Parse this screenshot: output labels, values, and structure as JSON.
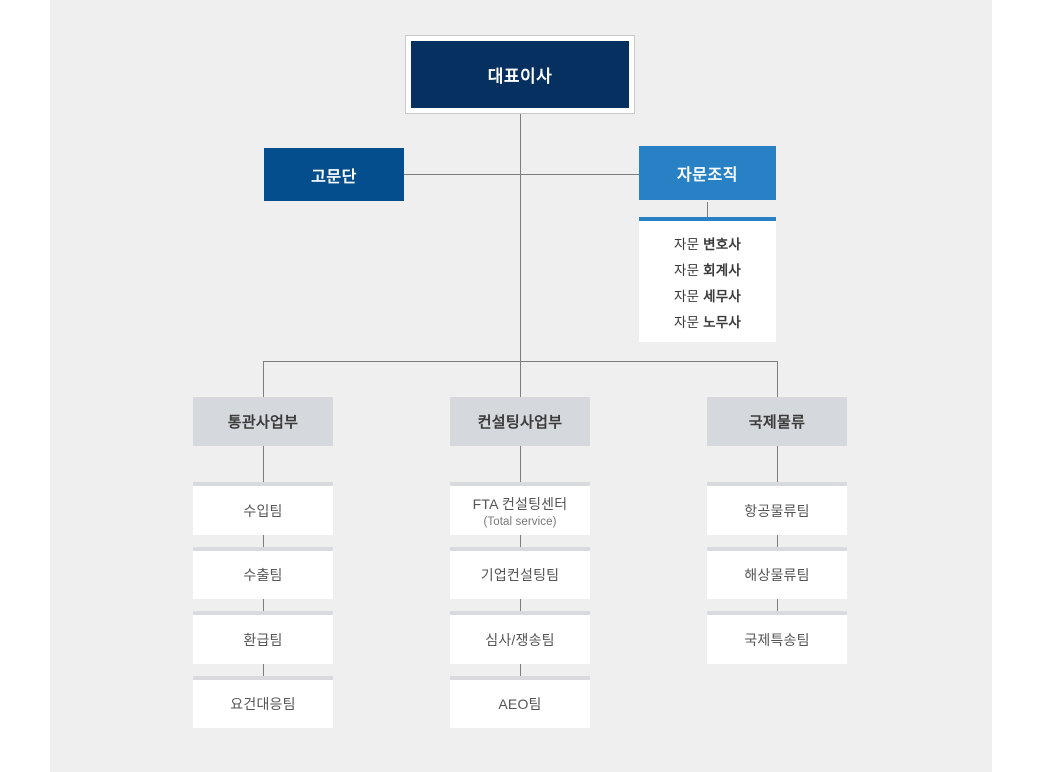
{
  "chart": {
    "type": "org-chart",
    "title": "",
    "background_color": "#efefef",
    "page_color": "#ffffff",
    "line_color": "#7d7d7d"
  },
  "ceo": {
    "label": "대표이사",
    "color": "#05305f"
  },
  "advisory_board": {
    "label": "고문단",
    "color": "#054e8e"
  },
  "advisory_org": {
    "label": "자문조직",
    "color": "#2881c4",
    "members": [
      {
        "prefix": "자문 ",
        "role": "변호사"
      },
      {
        "prefix": "자문 ",
        "role": "회계사"
      },
      {
        "prefix": "자문 ",
        "role": "세무사"
      },
      {
        "prefix": "자문 ",
        "role": "노무사"
      }
    ]
  },
  "divisions": [
    {
      "label": "통관사업부",
      "color": "#d5d8dc",
      "teams": [
        {
          "label": "수입팀",
          "sublabel": ""
        },
        {
          "label": "수출팀",
          "sublabel": ""
        },
        {
          "label": "환급팀",
          "sublabel": ""
        },
        {
          "label": "요건대응팀",
          "sublabel": ""
        }
      ]
    },
    {
      "label": "컨설팅사업부",
      "color": "#d5d8dc",
      "teams": [
        {
          "label": "FTA 컨설팅센터",
          "sublabel": "(Total service)"
        },
        {
          "label": "기업컨설팅팀",
          "sublabel": ""
        },
        {
          "label": "심사/쟁송팀",
          "sublabel": ""
        },
        {
          "label": "AEO팀",
          "sublabel": ""
        }
      ]
    },
    {
      "label": "국제물류",
      "color": "#d5d8dc",
      "teams": [
        {
          "label": "항공물류팀",
          "sublabel": ""
        },
        {
          "label": "해상물류팀",
          "sublabel": ""
        },
        {
          "label": "국제특송팀",
          "sublabel": ""
        }
      ]
    }
  ]
}
